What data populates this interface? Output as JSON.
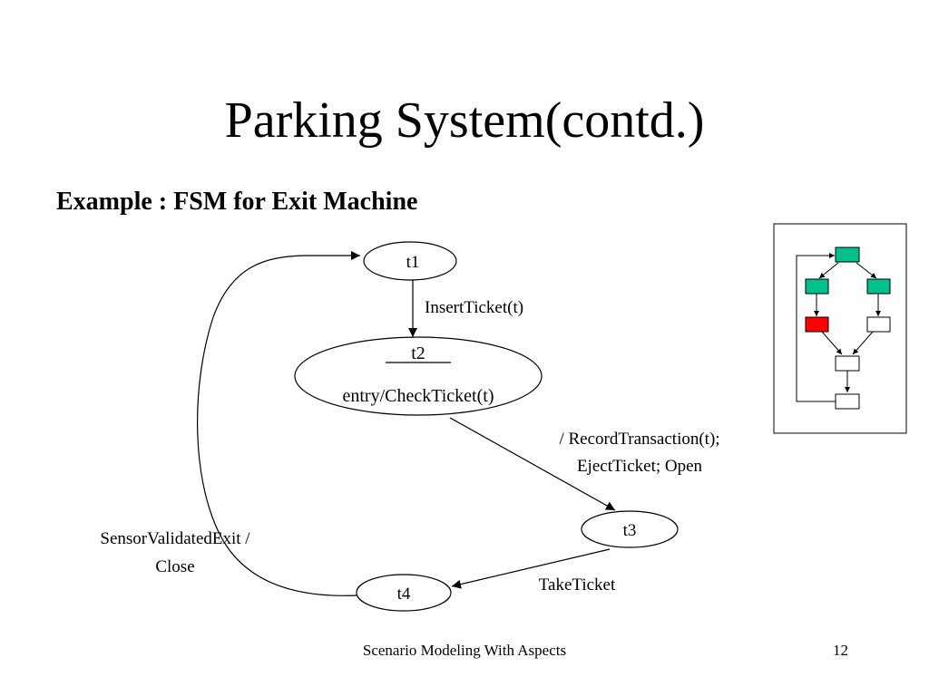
{
  "slide": {
    "title": "Parking System(contd.)",
    "subtitle": "Example : FSM for Exit Machine",
    "footer": "Scenario Modeling With Aspects",
    "page_number": "12"
  },
  "diagram": {
    "states": {
      "t1": "t1",
      "t2": "t2",
      "t2_entry": "entry/CheckTicket(t)",
      "t3": "t3",
      "t4": "t4"
    },
    "transitions": {
      "t1_t2": "InsertTicket(t)",
      "t2_t3_line1": "/ RecordTransaction(t);",
      "t2_t3_line2": "EjectTicket; Open",
      "t3_t4": "TakeTicket",
      "t4_t1_line1": "SensorValidatedExit /",
      "t4_t1_line2": "Close"
    }
  },
  "thumbnail": {
    "colors": {
      "green": "#00c08c",
      "red": "#ff0000",
      "white": "#ffffff"
    }
  }
}
